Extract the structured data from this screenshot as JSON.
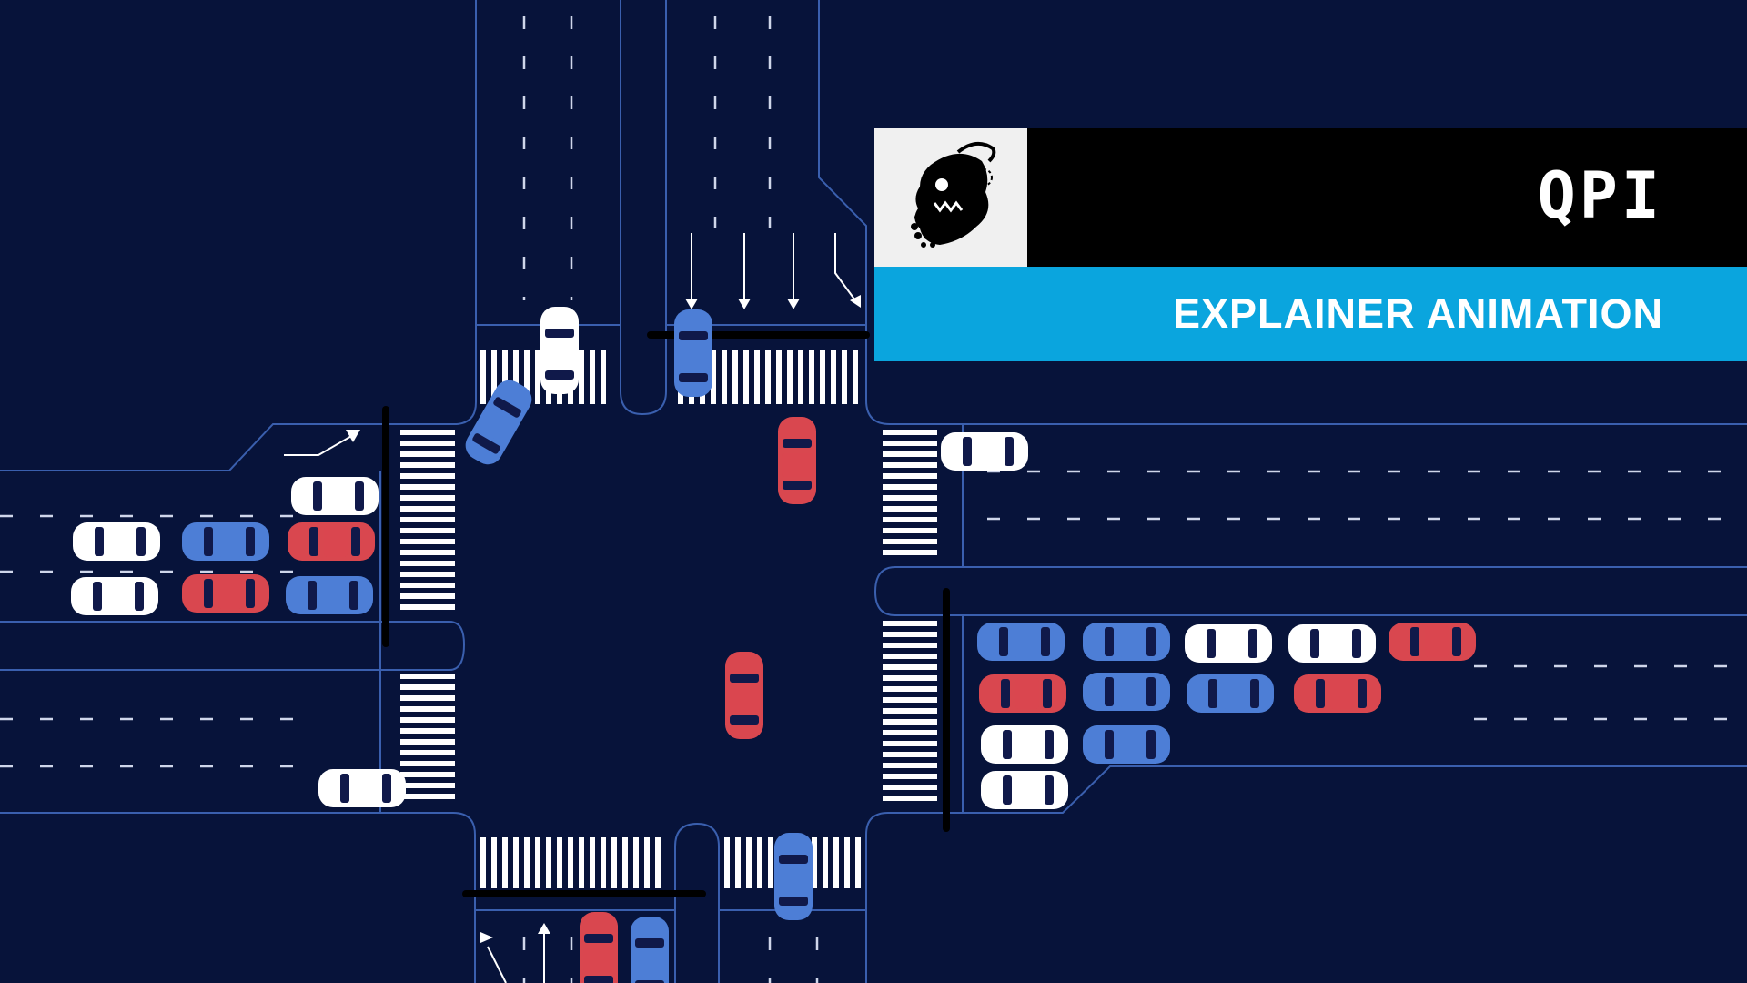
{
  "title_card": {
    "brand": "QPI",
    "subtitle": "EXPLAINER ANIMATION"
  },
  "logo": {
    "icon": "anglerfish-logo-icon"
  },
  "scene": {
    "description_icon": "intersection-scene",
    "colors": {
      "background": "#07133a",
      "road_edge": "#3a5fae",
      "marking": "#ffffff",
      "car_white": "#ffffff",
      "car_blue": "#4d7ed6",
      "car_red": "#d9474f",
      "accent": "#0aa5de"
    }
  }
}
